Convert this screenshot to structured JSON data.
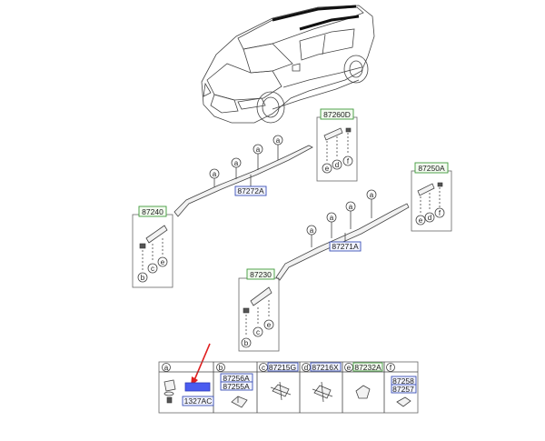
{
  "labels": {
    "assy_roof_rack_upper": "87260D",
    "assy_right_rear": "87250A",
    "assy_left_front": "87240",
    "assy_left_rear": "87230",
    "rail_left": "87272A",
    "rail_right": "87271A"
  },
  "callout_letters": {
    "a": "a",
    "b": "b",
    "c": "c",
    "d": "d",
    "e": "e",
    "f": "f"
  },
  "legend": {
    "col_a_letter": "a",
    "col_a_highlight": "",
    "col_a_part": "1327AC",
    "col_b_letter": "b",
    "col_b_part1": "87256A",
    "col_b_part2": "87255A",
    "col_c_letter": "c",
    "col_c_part": "87215G",
    "col_d_letter": "d",
    "col_d_part": "87216X",
    "col_e_letter": "e",
    "col_e_part": "87232A",
    "col_f_letter": "f",
    "col_f_part1": "87258",
    "col_f_part2": "87257"
  },
  "colors": {
    "group_tag_border": "#3f9a3a",
    "part_tag_border": "#3a4fb6",
    "highlight_fill": "#4a5cf0",
    "pointer_arrow": "#e02020"
  }
}
